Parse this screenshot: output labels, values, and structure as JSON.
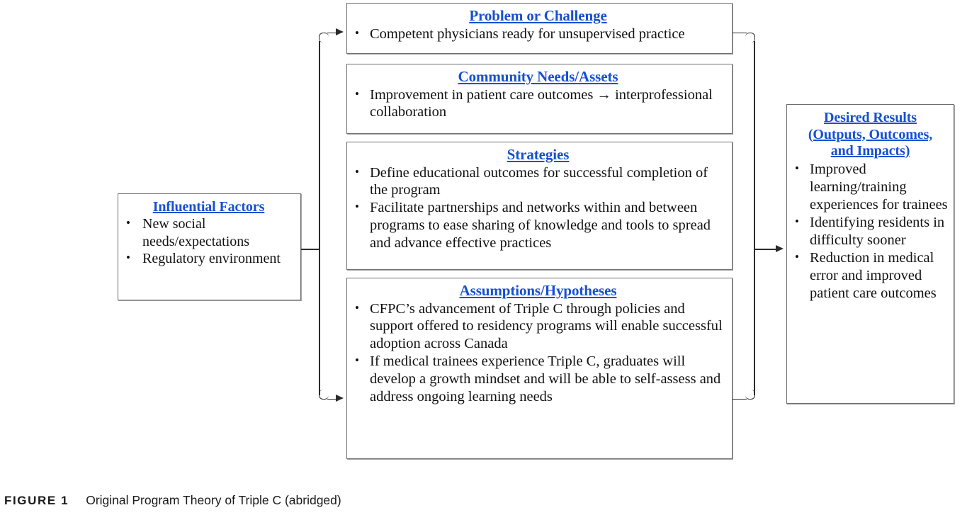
{
  "figure": {
    "label": "FIGURE 1",
    "caption": "Original Program Theory of Triple C (abridged)"
  },
  "colors": {
    "heading_blue": "#1450d2",
    "body_text": "#111111",
    "box_border": "#6e6e6e",
    "connector": "#2b2b2b",
    "background": "#ffffff"
  },
  "boxes": {
    "influential_factors": {
      "title": "Influential Factors",
      "bullets": [
        "New social needs/expectations",
        "Regulatory environment"
      ]
    },
    "problem_or_challenge": {
      "title": "Problem or Challenge",
      "bullets": [
        "Competent physicians ready for unsupervised practice"
      ]
    },
    "community_needs_assets": {
      "title": "Community Needs/Assets",
      "bullets": [
        "Improvement in patient care outcomes → interprofessional collaboration"
      ]
    },
    "strategies": {
      "title": "Strategies",
      "bullets": [
        "Define educational outcomes for successful completion of the program",
        "Facilitate partnerships and  networks within and between programs to ease sharing of knowledge and tools to spread and advance effective practices"
      ]
    },
    "assumptions_hypotheses": {
      "title": "Assumptions/Hypotheses",
      "bullets": [
        "CFPC’s advancement of Triple C through policies and support offered to residency programs will enable successful adoption across Canada",
        "If medical trainees experience Triple C, graduates will develop a growth mindset and will be able to self-assess and address ongoing learning needs"
      ]
    },
    "desired_results": {
      "title_lines": [
        "Desired Results",
        "(Outputs, Outcomes,",
        "and Impacts)"
      ],
      "bullets": [
        "Improved learning/training experiences for trainees",
        "Identifying residents in difficulty sooner",
        "Reduction in medical error and improved patient care outcomes"
      ]
    }
  },
  "connectors": {
    "left_bracket": "influential-factors-to-middle-column",
    "right_bracket": "middle-column-to-desired-results",
    "arrow_glyph": "▶"
  }
}
